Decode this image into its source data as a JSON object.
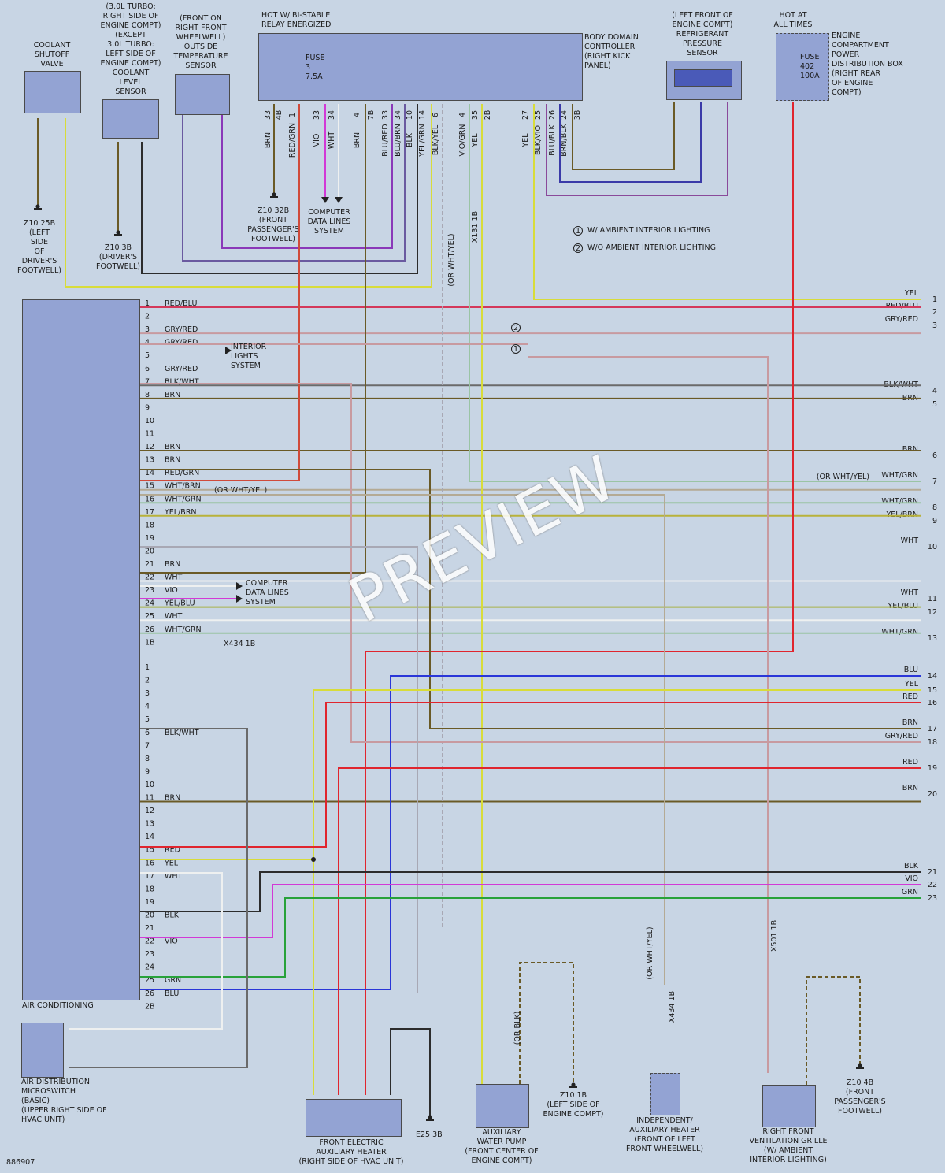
{
  "watermark": "PREVIEW",
  "doc_id": "886907",
  "colors": {
    "YEL": "#d8dc3a",
    "RED": "#e0252e",
    "BLU": "#2a36d8",
    "GRY": "#a8a8b4",
    "BRN": "#6a5a26",
    "BLK": "#2c2c2c",
    "WHT": "#eef0f0",
    "VIO": "#d239d6",
    "GRN": "#28a23a",
    "PNK": "#d46a7a",
    "REDBLU": "#d4385a",
    "GRYRED": "#c89aa0",
    "BLKWHT": "#6a6a6a",
    "WHTGRN": "#9ac4a4",
    "WHTBRN": "#b4aa94",
    "YELBRN": "#b8b23a",
    "REDGRN": "#d04a3a",
    "YELBLU": "#a8b24a",
    "BLUBRN": "#6a5aa0",
    "BLURED": "#8a38b8",
    "BRNBLK": "#6a5a26",
    "BLUBLK": "#3a3aa8",
    "BLKVIO": "#8a4a9a"
  },
  "components": {
    "coolant_valve": "COOLANT\nSHUTOFF\nVALVE",
    "coolant_sensor_note": "(3.0L TURBO:\nRIGHT SIDE OF\nENGINE COMPT)\n(EXCEPT\n3.0L TURBO:\nLEFT SIDE OF\nENGINE COMPT)\nCOOLANT\nLEVEL\nSENSOR",
    "outside_temp": "(FRONT ON\nRIGHT FRONT\nWHEELWELL)\nOUTSIDE\nTEMPERATURE\nSENSOR",
    "relay_note": "HOT W/ BI-STABLE\nRELAY ENERGIZED",
    "fuse3": "FUSE\n3\n7.5A",
    "bdc": "BODY DOMAIN\nCONTROLLER\n(RIGHT KICK\nPANEL)",
    "refrig": "(LEFT FRONT OF\nENGINE COMPT)\nREFRIGERANT\nPRESSURE\nSENSOR",
    "hot_all": "HOT AT\nALL TIMES",
    "fuse402": "FUSE\n402\n100A",
    "ecpdb": "ENGINE\nCOMPARTMENT\nPOWER\nDISTRIBUTION BOX\n(RIGHT REAR\nOF ENGINE\nCOMPT)",
    "ac": "AIR CONDITIONING",
    "airdist": "AIR DISTRIBUTION\nMICROSWITCH\n(BASIC)\n(UPPER RIGHT SIDE OF\nHVAC UNIT)",
    "heater": "FRONT ELECTRIC\nAUXILIARY HEATER\n(RIGHT SIDE OF HVAC UNIT)",
    "pump": "AUXILIARY\nWATER PUMP\n(FRONT CENTER OF\nENGINE COMPT)",
    "indep": "INDEPENDENT/\nAUXILIARY HEATER\n(FRONT OF LEFT\nFRONT WHEELWELL)",
    "grille": "RIGHT FRONT\nVENTILATION GRILLE\n(W/ AMBIENT\nINTERIOR LIGHTING)",
    "cds1": "COMPUTER\nDATA LINES\nSYSTEM",
    "cds2": "COMPUTER\nDATA LINES\nSYSTEM",
    "interior": "INTERIOR\nLIGHTS\nSYSTEM",
    "legend1": "W/ AMBIENT INTERIOR LIGHTING",
    "legend2": "W/O AMBIENT INTERIOR LIGHTING"
  },
  "grounds": {
    "g1": "Z10 25B\n(LEFT\nSIDE\nOF\nDRIVER'S\nFOOTWELL)",
    "g2": "Z10 3B\n(DRIVER'S\nFOOTWELL)",
    "g3": "Z10 32B\n(FRONT\nPASSENGER'S\nFOOTWELL)",
    "g4": "E25 3B",
    "g5": "Z10 1B\n(LEFT SIDE OF\nENGINE COMPT)",
    "g6": "Z10 4B\n(FRONT\nPASSENGER'S\nFOOTWELL)"
  },
  "ac_pins_top": [
    {
      "n": "1",
      "c": "RED/BLU"
    },
    {
      "n": "2",
      "c": ""
    },
    {
      "n": "3",
      "c": "GRY/RED"
    },
    {
      "n": "4",
      "c": "GRY/RED"
    },
    {
      "n": "5",
      "c": ""
    },
    {
      "n": "6",
      "c": "GRY/RED"
    },
    {
      "n": "7",
      "c": "BLK/WHT"
    },
    {
      "n": "8",
      "c": "BRN"
    },
    {
      "n": "9",
      "c": ""
    },
    {
      "n": "10",
      "c": ""
    },
    {
      "n": "11",
      "c": ""
    },
    {
      "n": "12",
      "c": "BRN"
    },
    {
      "n": "13",
      "c": "BRN"
    },
    {
      "n": "14",
      "c": "RED/GRN"
    },
    {
      "n": "15",
      "c": "WHT/BRN"
    },
    {
      "n": "16",
      "c": "WHT/GRN"
    },
    {
      "n": "17",
      "c": "YEL/BRN"
    },
    {
      "n": "18",
      "c": ""
    },
    {
      "n": "19",
      "c": ""
    },
    {
      "n": "20",
      "c": ""
    },
    {
      "n": "21",
      "c": "BRN"
    },
    {
      "n": "22",
      "c": "WHT"
    },
    {
      "n": "23",
      "c": "VIO"
    },
    {
      "n": "24",
      "c": "YEL/BLU"
    },
    {
      "n": "25",
      "c": "WHT"
    },
    {
      "n": "26",
      "c": "WHT/GRN"
    },
    {
      "n": "1B",
      "c": ""
    }
  ],
  "ac_pins_bottom": [
    {
      "n": "1",
      "c": ""
    },
    {
      "n": "2",
      "c": ""
    },
    {
      "n": "3",
      "c": ""
    },
    {
      "n": "4",
      "c": ""
    },
    {
      "n": "5",
      "c": ""
    },
    {
      "n": "6",
      "c": "BLK/WHT"
    },
    {
      "n": "7",
      "c": ""
    },
    {
      "n": "8",
      "c": ""
    },
    {
      "n": "9",
      "c": ""
    },
    {
      "n": "10",
      "c": ""
    },
    {
      "n": "11",
      "c": "BRN"
    },
    {
      "n": "12",
      "c": ""
    },
    {
      "n": "13",
      "c": ""
    },
    {
      "n": "14",
      "c": ""
    },
    {
      "n": "15",
      "c": "RED"
    },
    {
      "n": "16",
      "c": "YEL"
    },
    {
      "n": "17",
      "c": "WHT"
    },
    {
      "n": "18",
      "c": ""
    },
    {
      "n": "19",
      "c": ""
    },
    {
      "n": "20",
      "c": "BLK"
    },
    {
      "n": "21",
      "c": ""
    },
    {
      "n": "22",
      "c": "VIO"
    },
    {
      "n": "23",
      "c": ""
    },
    {
      "n": "24",
      "c": ""
    },
    {
      "n": "25",
      "c": "GRN"
    },
    {
      "n": "26",
      "c": "BLU"
    },
    {
      "n": "2B",
      "c": ""
    }
  ],
  "right_refs": [
    {
      "n": "1",
      "c": "YEL"
    },
    {
      "n": "2",
      "c": "RED/BLU"
    },
    {
      "n": "3",
      "c": "GRY/RED"
    },
    {
      "n": "4",
      "c": "BLK/WHT"
    },
    {
      "n": "5",
      "c": "BRN"
    },
    {
      "n": "6",
      "c": "BRN"
    },
    {
      "n": "7",
      "c": "WHT/GRN"
    },
    {
      "n": "8",
      "c": "WHT/GRN"
    },
    {
      "n": "9",
      "c": "YEL/BRN"
    },
    {
      "n": "10",
      "c": "WHT"
    },
    {
      "n": "11",
      "c": "WHT"
    },
    {
      "n": "12",
      "c": "YEL/BLU"
    },
    {
      "n": "13",
      "c": "WHT/GRN"
    },
    {
      "n": "14",
      "c": "BLU"
    },
    {
      "n": "15",
      "c": "YEL"
    },
    {
      "n": "16",
      "c": "RED"
    },
    {
      "n": "17",
      "c": "BRN"
    },
    {
      "n": "18",
      "c": "GRY/RED"
    },
    {
      "n": "19",
      "c": "RED"
    },
    {
      "n": "20",
      "c": "BRN"
    },
    {
      "n": "21",
      "c": "BLK"
    },
    {
      "n": "22",
      "c": "VIO"
    },
    {
      "n": "23",
      "c": "GRN"
    }
  ],
  "bdc_pins": [
    {
      "n": "33",
      "c": "BRN"
    },
    {
      "n": "4B",
      "c": ""
    },
    {
      "n": "1",
      "c": "RED/GRN"
    },
    {
      "n": "33",
      "c": "VIO"
    },
    {
      "n": "34",
      "c": "WHT"
    },
    {
      "n": "4",
      "c": "BRN"
    },
    {
      "n": "7B",
      "c": ""
    },
    {
      "n": "33",
      "c": "BLU/RED"
    },
    {
      "n": "34",
      "c": "BLU/BRN"
    },
    {
      "n": "10",
      "c": "BLK"
    },
    {
      "n": "14",
      "c": "YEL/GRN"
    },
    {
      "n": "6",
      "c": "BLK/YEL"
    },
    {
      "n": "4",
      "c": "VIO/GRN"
    },
    {
      "n": "35",
      "c": "YEL"
    },
    {
      "n": "2B",
      "c": ""
    },
    {
      "n": "27",
      "c": "YEL"
    },
    {
      "n": "25",
      "c": "BLK/VIO"
    },
    {
      "n": "26",
      "c": "BLU/BLK"
    },
    {
      "n": "24",
      "c": "BRN/BLK"
    },
    {
      "n": "3B",
      "c": ""
    }
  ],
  "notes": {
    "or_whtyel": "(OR WHT/YEL)",
    "or_whtyel2": "(OR WHT/YEL)",
    "x434": "X434 1B",
    "x434b": "X434 1B",
    "x131": "X131 1B",
    "x501": "X501 1B",
    "or_blk": "(OR BLK)",
    "or_whtyel3": "(OR WHT/YEL)\nWHT/BRN",
    "or_whtyel4": "(OR WHT/YEL)\nWHT/GRN"
  }
}
